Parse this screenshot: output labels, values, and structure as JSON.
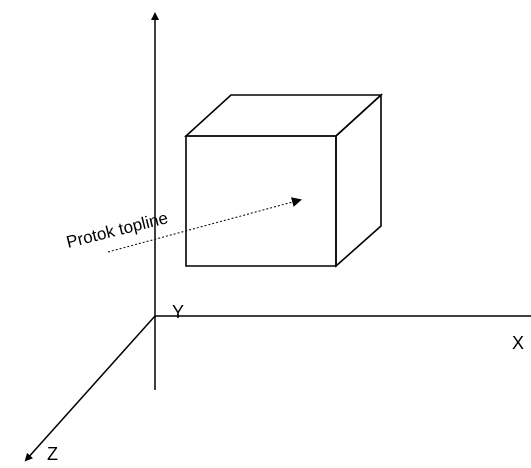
{
  "diagram": {
    "axis_labels": {
      "x": "X",
      "y": "Y",
      "z": "Z"
    },
    "flow_label": "Protok topline",
    "colors": {
      "stroke": "#000000",
      "background": "#ffffff"
    },
    "icons": {
      "flow_arrow": "arrow-head-icon",
      "axis_arrow": "axis-arrow-icon"
    }
  }
}
